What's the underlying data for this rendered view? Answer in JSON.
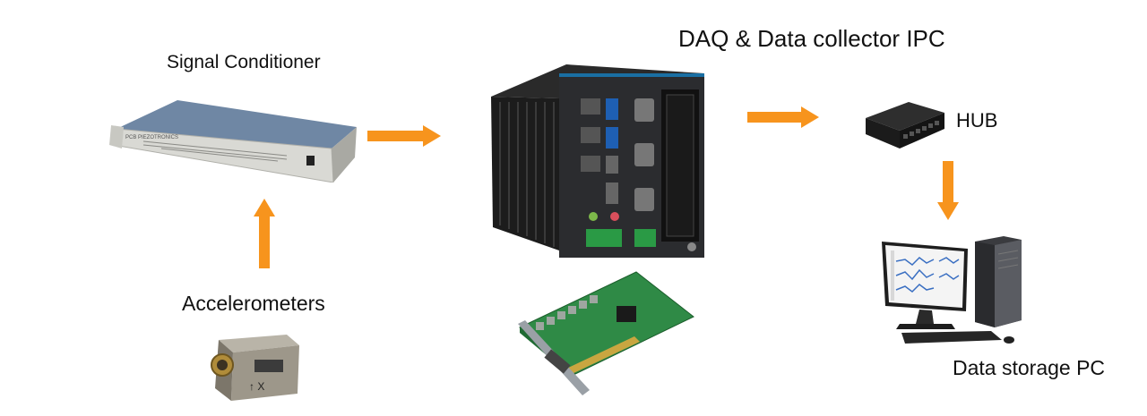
{
  "labels": {
    "signal_conditioner": "Signal Conditioner",
    "accelerometers": "Accelerometers",
    "daq_ipc": "DAQ & Data collector IPC",
    "hub": "HUB",
    "data_storage_pc": "Data storage PC"
  },
  "arrow_color": "#f7941d",
  "icons": {
    "signal_conditioner": "rack-signal-conditioner-icon",
    "accelerometer": "accelerometer-sensor-icon",
    "ipc": "industrial-pc-icon",
    "daq_card": "daq-pcie-card-icon",
    "hub": "network-hub-icon",
    "pc": "desktop-pc-icon"
  }
}
